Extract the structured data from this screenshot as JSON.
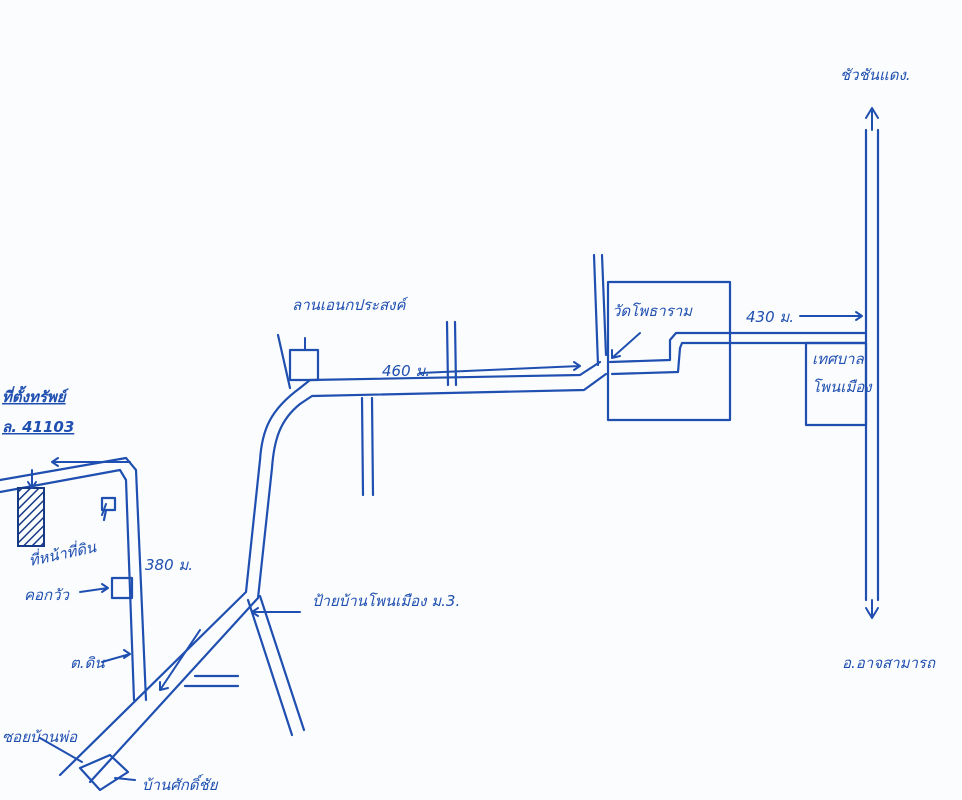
{
  "colors": {
    "ink": "#1f4fb0",
    "paper": "#fbfcfd",
    "hatch": "#163a86"
  },
  "labels": {
    "north_destination": "ชัวชันแดง.",
    "south_destination": "อ.อาจสามารถ",
    "subject_property": "ที่ตั้งทรัพย์",
    "property_code": "ล. 41103",
    "school": "ลานเอนกประสงค์",
    "temple": "วัดโพธาราม",
    "municipality_line1": "เทศบาล",
    "municipality_line2": "โพนเมือง",
    "water_tower": "ที่หน้าที่ดิน",
    "well": "คอกวัว",
    "pole": "ต.ดิน",
    "village_sign": "ป้ายบ้านโพนเมือง ม.3.",
    "house_left": "ซอยบ้านพ่อ",
    "house_bottom": "บ้านศักดิ์ชัย",
    "dist_1": "380 ม.",
    "dist_2": "460 ม.",
    "dist_3": "430 ม."
  },
  "icons": [
    "arrow-up-icon",
    "arrow-down-icon",
    "direction-arrow-icon",
    "hatched-parcel-icon"
  ]
}
